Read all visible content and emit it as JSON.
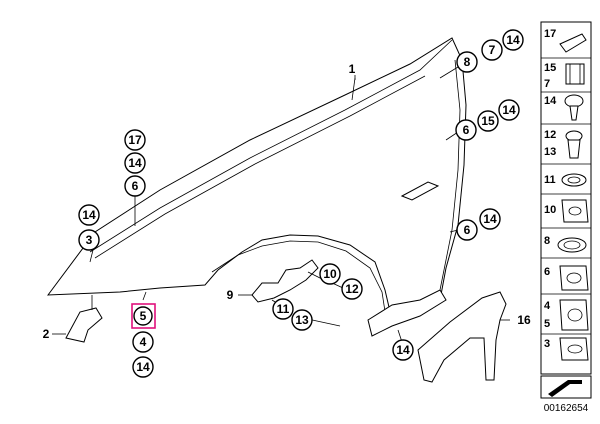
{
  "diagram": {
    "main_part": "1",
    "callouts": [
      {
        "id": "c8",
        "label": "8"
      },
      {
        "id": "c7a",
        "label": "7"
      },
      {
        "id": "c14a",
        "label": "14"
      },
      {
        "id": "c6a",
        "label": "6"
      },
      {
        "id": "c15",
        "label": "15"
      },
      {
        "id": "c14b",
        "label": "14"
      },
      {
        "id": "c6b",
        "label": "6"
      },
      {
        "id": "c14c",
        "label": "14"
      },
      {
        "id": "c17",
        "label": "17"
      },
      {
        "id": "c14d",
        "label": "14"
      },
      {
        "id": "c6c",
        "label": "6"
      },
      {
        "id": "c14e",
        "label": "14"
      },
      {
        "id": "c3",
        "label": "3"
      },
      {
        "id": "c5",
        "label": "5"
      },
      {
        "id": "c4",
        "label": "4"
      },
      {
        "id": "c14f",
        "label": "14"
      },
      {
        "id": "c10",
        "label": "10"
      },
      {
        "id": "c12",
        "label": "12"
      },
      {
        "id": "c11",
        "label": "11"
      },
      {
        "id": "c13",
        "label": "13"
      },
      {
        "id": "c14g",
        "label": "14"
      }
    ],
    "plain_labels": {
      "part1": "1",
      "part2": "2",
      "part9": "9",
      "part16": "16"
    },
    "highlighted": "5"
  },
  "panel": {
    "rows": [
      {
        "labels": [
          "17"
        ]
      },
      {
        "labels": [
          "15",
          "7"
        ]
      },
      {
        "labels": [
          "14"
        ]
      },
      {
        "labels": [
          "12",
          "13"
        ]
      },
      {
        "labels": [
          "11"
        ]
      },
      {
        "labels": [
          "10"
        ]
      },
      {
        "labels": [
          "8"
        ]
      },
      {
        "labels": [
          "6"
        ]
      },
      {
        "labels": [
          "4",
          "5"
        ]
      },
      {
        "labels": [
          "3"
        ]
      }
    ]
  },
  "image_number": "00162654"
}
